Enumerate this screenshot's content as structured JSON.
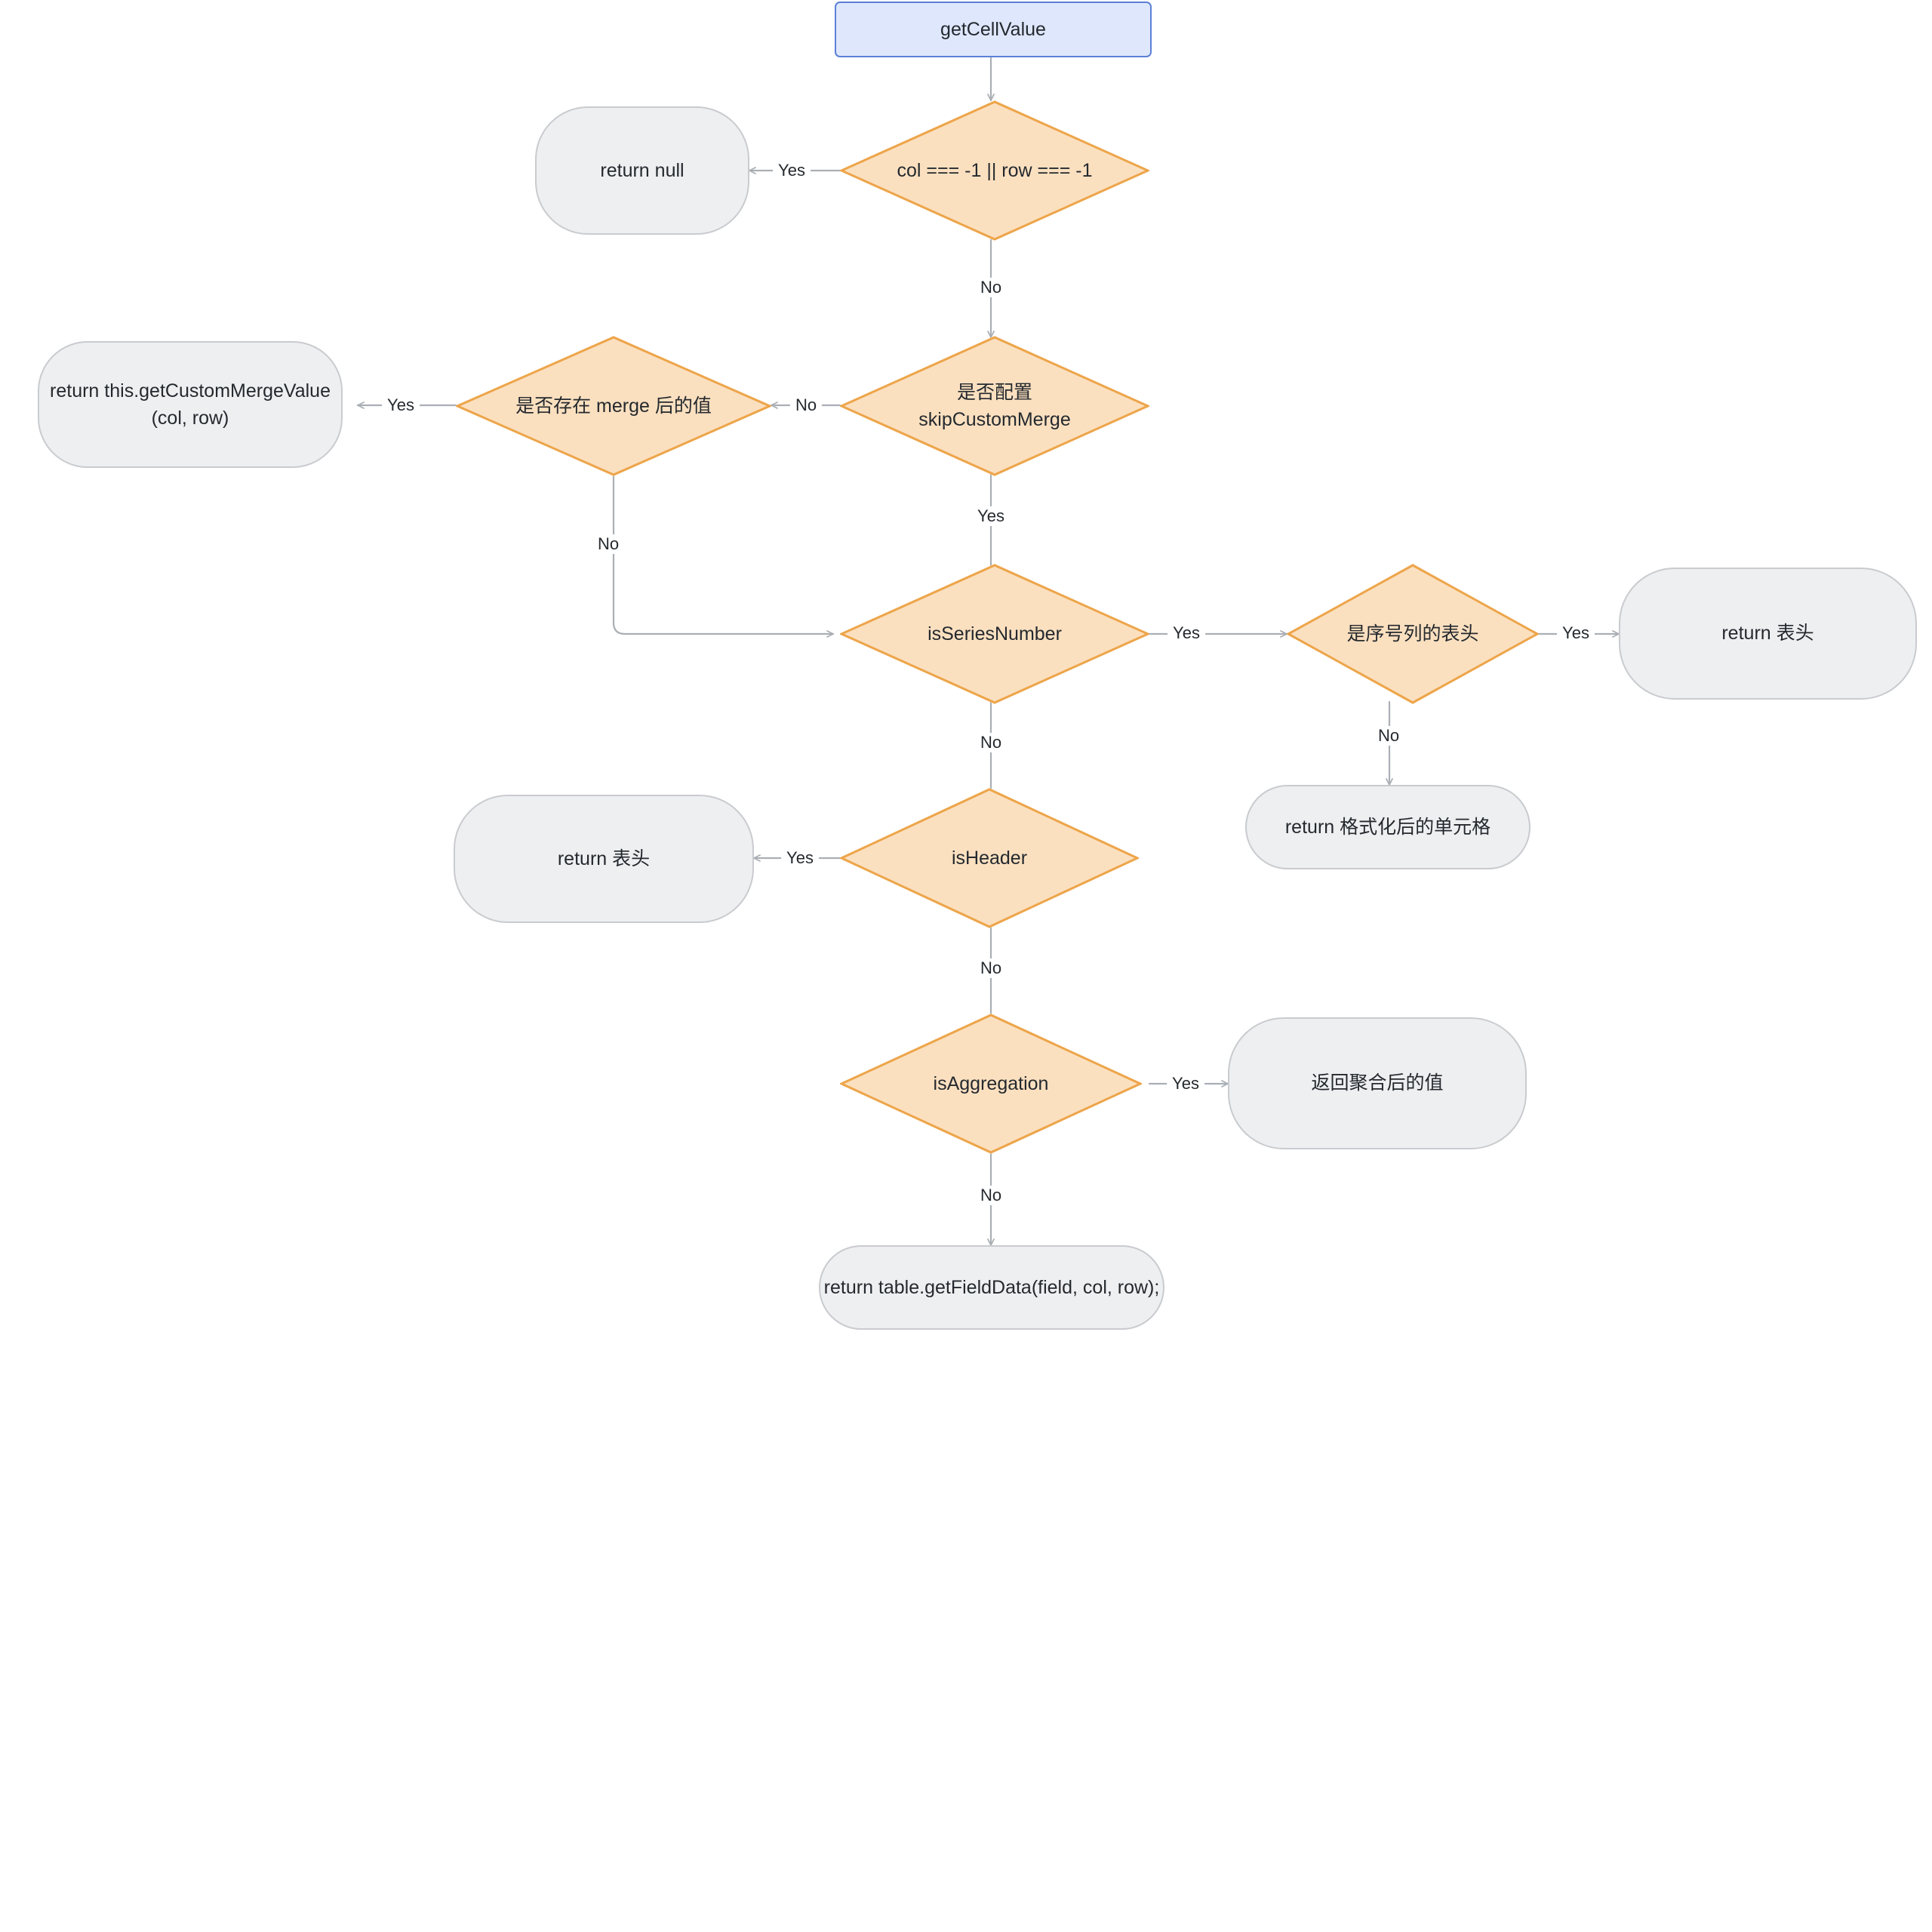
{
  "diagram": {
    "type": "flowchart",
    "title": "getCellValue flowchart",
    "colors": {
      "process_fill": "#dfe7fd",
      "process_stroke": "#5b80d6",
      "decision_fill": "#fbe0c0",
      "decision_stroke": "#e8a council",
      "decision_stroke_hex": "#eda54a",
      "terminal_fill": "#eeeff1",
      "terminal_stroke": "#c9cbcf",
      "edge_stroke": "#aaafb5",
      "text": "#24292e"
    },
    "nodes": [
      {
        "id": "start",
        "kind": "process",
        "label": "getCellValue"
      },
      {
        "id": "d_colrow",
        "kind": "decision",
        "label": "col === -1 || row === -1"
      },
      {
        "id": "r_null",
        "kind": "terminal",
        "label": "return null"
      },
      {
        "id": "d_skipmerge",
        "kind": "decision",
        "label": "是否配置\nskipCustomMerge"
      },
      {
        "id": "d_mergeval",
        "kind": "decision",
        "label": "是否存在 merge 后的值"
      },
      {
        "id": "r_mergeval",
        "kind": "terminal",
        "label": "return this.getCustomMergeValue\n(col, row)"
      },
      {
        "id": "d_series",
        "kind": "decision",
        "label": "isSeriesNumber"
      },
      {
        "id": "d_seriesHead",
        "kind": "decision",
        "label": "是序号列的表头"
      },
      {
        "id": "r_head1",
        "kind": "terminal",
        "label": "return 表头"
      },
      {
        "id": "r_formatted",
        "kind": "terminal",
        "label": "return 格式化后的单元格"
      },
      {
        "id": "d_isheader",
        "kind": "decision",
        "label": "isHeader"
      },
      {
        "id": "r_head2",
        "kind": "terminal",
        "label": "return 表头"
      },
      {
        "id": "d_isagg",
        "kind": "decision",
        "label": "isAggregation"
      },
      {
        "id": "r_agg",
        "kind": "terminal",
        "label": "返回聚合后的值"
      },
      {
        "id": "r_fielddata",
        "kind": "terminal",
        "label": "return table.getFieldData(field, col, row);"
      }
    ],
    "edges": [
      {
        "from": "start",
        "to": "d_colrow",
        "label": ""
      },
      {
        "from": "d_colrow",
        "to": "r_null",
        "label": "Yes"
      },
      {
        "from": "d_colrow",
        "to": "d_skipmerge",
        "label": "No"
      },
      {
        "from": "d_skipmerge",
        "to": "d_mergeval",
        "label": "No"
      },
      {
        "from": "d_skipmerge",
        "to": "d_series",
        "label": "Yes"
      },
      {
        "from": "d_mergeval",
        "to": "r_mergeval",
        "label": "Yes"
      },
      {
        "from": "d_mergeval",
        "to": "d_series",
        "label": "No"
      },
      {
        "from": "d_series",
        "to": "d_seriesHead",
        "label": "Yes"
      },
      {
        "from": "d_series",
        "to": "d_isheader",
        "label": "No"
      },
      {
        "from": "d_seriesHead",
        "to": "r_head1",
        "label": "Yes"
      },
      {
        "from": "d_seriesHead",
        "to": "r_formatted",
        "label": "No"
      },
      {
        "from": "d_isheader",
        "to": "r_head2",
        "label": "Yes"
      },
      {
        "from": "d_isheader",
        "to": "d_isagg",
        "label": "No"
      },
      {
        "from": "d_isagg",
        "to": "r_agg",
        "label": "Yes"
      },
      {
        "from": "d_isagg",
        "to": "r_fielddata",
        "label": "No"
      }
    ],
    "edge_labels": {
      "colrow_yes": "Yes",
      "colrow_no": "No",
      "skipmerge_no": "No",
      "skipmerge_yes": "Yes",
      "mergeval_yes": "Yes",
      "mergeval_no": "No",
      "series_yes": "Yes",
      "series_no": "No",
      "serieshead_yes": "Yes",
      "serieshead_no": "No",
      "isheader_yes": "Yes",
      "isheader_no": "No",
      "isagg_yes": "Yes",
      "isagg_no": "No"
    },
    "labels": {
      "start": "getCellValue",
      "d_colrow": "col === -1 || row === -1",
      "r_null": "return null",
      "d_skipmerge": "是否配置\nskipCustomMerge",
      "d_mergeval": "是否存在 merge 后的值",
      "r_mergeval": "return this.getCustomMergeValue\n(col, row)",
      "d_series": "isSeriesNumber",
      "d_seriesHead": "是序号列的表头",
      "r_head1": "return 表头",
      "r_formatted": "return 格式化后的单元格",
      "d_isheader": "isHeader",
      "r_head2": "return 表头",
      "d_isagg": "isAggregation",
      "r_agg": "返回聚合后的值",
      "r_fielddata": "return table.getFieldData(field, col, row);"
    }
  }
}
